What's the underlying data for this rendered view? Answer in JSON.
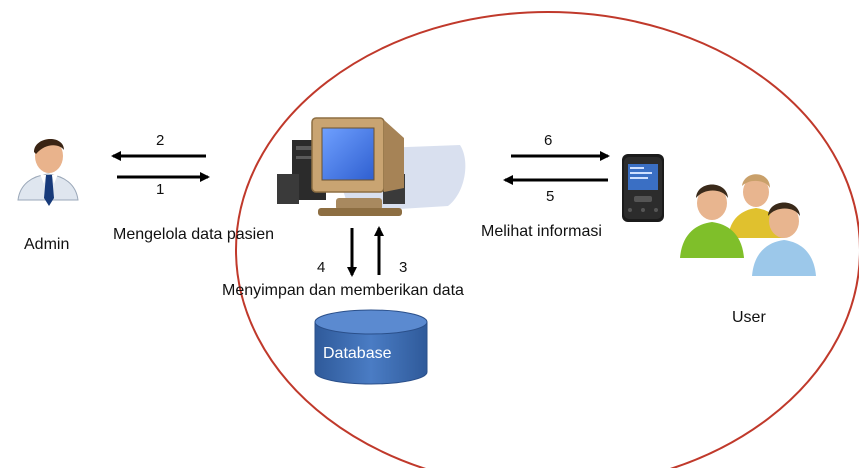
{
  "actors": {
    "admin": "Admin",
    "user": "User"
  },
  "captions": {
    "manage": "Mengelola data pasien",
    "store": "Menyimpan dan memberikan data",
    "view": "Melihat informasi"
  },
  "storage": {
    "database": "Database"
  },
  "flows": {
    "admin_to_server": "1",
    "server_to_admin": "2",
    "database_to_server": "3",
    "server_to_database": "4",
    "server_to_user": "5",
    "user_to_server": "6"
  },
  "colors": {
    "boundary": "#c0392b",
    "database_fill": "#3f6fb4",
    "database_top": "#5b8ad0",
    "arrow": "#000000",
    "screen": "#4a7de0"
  },
  "icons": {
    "admin": "businessman-icon",
    "server": "desktop-computer-icon",
    "phone": "mobile-phone-icon",
    "users": "user-group-icon",
    "database": "cylinder-database-icon"
  }
}
